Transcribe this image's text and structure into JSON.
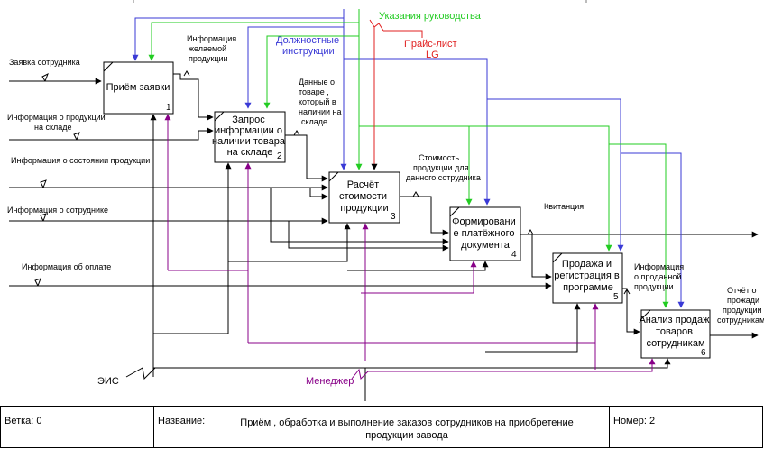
{
  "boxes": [
    {
      "num": "1",
      "lines": [
        "Приём заявки"
      ]
    },
    {
      "num": "2",
      "lines": [
        "Запрос",
        "информации о",
        "наличии товара",
        "на складе"
      ]
    },
    {
      "num": "3",
      "lines": [
        "Расчёт",
        "стоимости",
        "продукции"
      ]
    },
    {
      "num": "4",
      "lines": [
        "Формировани",
        "е платёжного",
        "документа"
      ]
    },
    {
      "num": "5",
      "lines": [
        "Продажа и",
        "регистрация в",
        "программе"
      ]
    },
    {
      "num": "6",
      "lines": [
        "Анализ продаж",
        "товаров",
        "сотрудникам"
      ]
    }
  ],
  "inputs": [
    {
      "text": "Заявка сотрудника"
    },
    {
      "text": "Информация о продукции",
      "text2": "на складе"
    },
    {
      "text": "Информация о состоянии продукции"
    },
    {
      "text": "Информация о сотруднике"
    },
    {
      "text": "Информация об оплате"
    }
  ],
  "controls": {
    "management": "Указания руководства",
    "job_1": "Должностные",
    "job_2": "инструкции",
    "price_1": "Прайс-лист",
    "price_2": "LG"
  },
  "mechanisms": {
    "eis": "ЭИС",
    "manager": "Менеджер"
  },
  "flows": {
    "desired_1": "Информация",
    "desired_2": "желаемой",
    "desired_3": "продукции",
    "goods_1": "Данные о",
    "goods_2": "товаре ,",
    "goods_3": "который в",
    "goods_4": "наличии на",
    "goods_5": "складе",
    "cost_1": "Стоимость",
    "cost_2": "продукции для",
    "cost_3": "данного сотрудника",
    "receipt": "Квитанция",
    "sold_1": "Информация",
    "sold_2": "о проданной",
    "sold_3": "продукции",
    "report_1": "Отчёт о",
    "report_2": "прожади",
    "report_3": "продукции",
    "report_4": "сотрудникам"
  },
  "colors": {
    "control_blue": "#3a3ad6",
    "control_green": "#22cc22",
    "control_red": "#e02020",
    "mechanism_purple": "#880088"
  },
  "footer": {
    "branch_label": "Ветка: 0",
    "name_label": "Название:",
    "name_value": "Приём , обработка и выполнение заказов сотрудников на приобретение продукции завода",
    "number_label": "Номер: 2"
  }
}
